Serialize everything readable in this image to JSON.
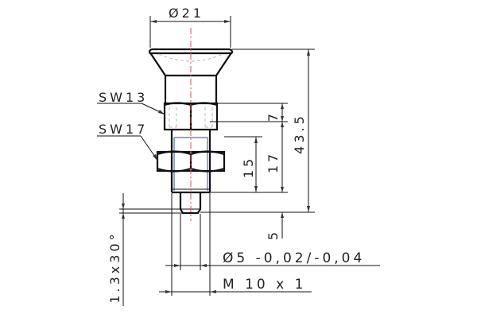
{
  "drawing": {
    "title": "Indexing plunger with lock nut - technical drawing",
    "labels": {
      "head_diameter": "Ø21",
      "sw_upper": "SW13",
      "sw_lower": "SW17",
      "dim_total": "43.5",
      "dim_hex_height": "7",
      "dim_thread_length": "17",
      "dim_nut_span": "15",
      "dim_pin_length": "5",
      "chamfer": "1.3x30°",
      "pin_diameter": "Ø5  -0,02/-0,04",
      "thread": "M 10 x 1"
    },
    "colors": {
      "outline": "#111111",
      "centerline": "#e05050",
      "thread_lines": "#4a6fb0",
      "hidden_lines": "#b8b8b8"
    }
  }
}
